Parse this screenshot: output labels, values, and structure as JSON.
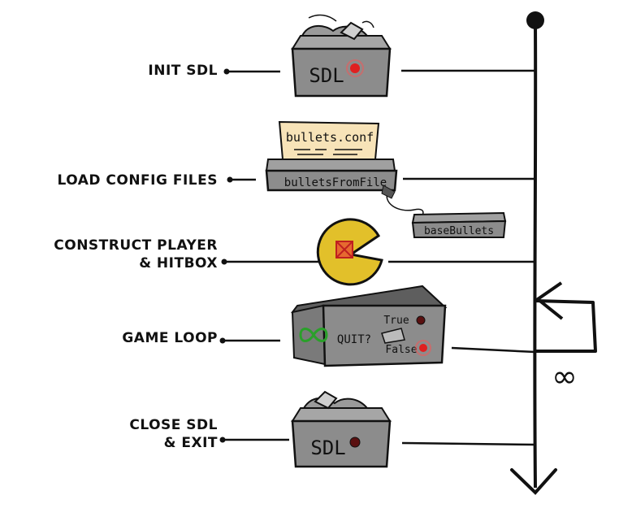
{
  "steps": [
    {
      "label": "INIT SDL"
    },
    {
      "label": "LOAD CONFIG FILES"
    },
    {
      "label_line1": "CONSTRUCT PLAYER",
      "label_line2": "& HITBOX"
    },
    {
      "label": "GAME LOOP"
    },
    {
      "label_line1": "CLOSE SDL",
      "label_line2": "& EXIT"
    }
  ],
  "devices": {
    "sdl_box_init": "SDL",
    "config_paper": "bullets.conf",
    "loader_box": "bulletsFromFile",
    "base_box": "baseBullets",
    "loop_question": "QUIT?",
    "loop_true": "True",
    "loop_false": "False",
    "sdl_box_close": "SDL"
  },
  "loop_symbol": "∞",
  "colors": {
    "ink": "#111111",
    "box_gray": "#8c8c8c",
    "box_dark": "#5e5e5e",
    "led_red": "#e02020",
    "led_dark": "#5a1010",
    "pacman": "#e2c02a",
    "paper": "#f7e3b8",
    "infinity_green": "#2aa02a"
  }
}
